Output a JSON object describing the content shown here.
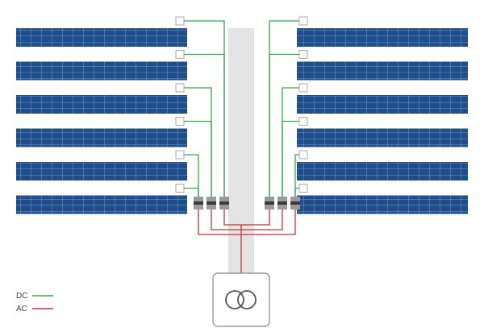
{
  "diagram": {
    "legend": [
      {
        "label": "DC",
        "color": "#3aa651"
      },
      {
        "label": "AC",
        "color": "#c8313f"
      }
    ],
    "panel_rows_per_side": 6,
    "inverters_per_side": 3,
    "transformer_icon": "transformer-icon",
    "colors": {
      "panel_fill": "#1e4e8c",
      "panel_grid": "#8fb0d8",
      "walkway": "#e4e4e4",
      "junction_box_stroke": "#a8a8a8",
      "inverter_fill": "#9a9a9a",
      "inverter_band": "#3a3a3a",
      "transformer_stroke": "#555555",
      "transformer_box_stroke": "#9a9a9a"
    }
  }
}
